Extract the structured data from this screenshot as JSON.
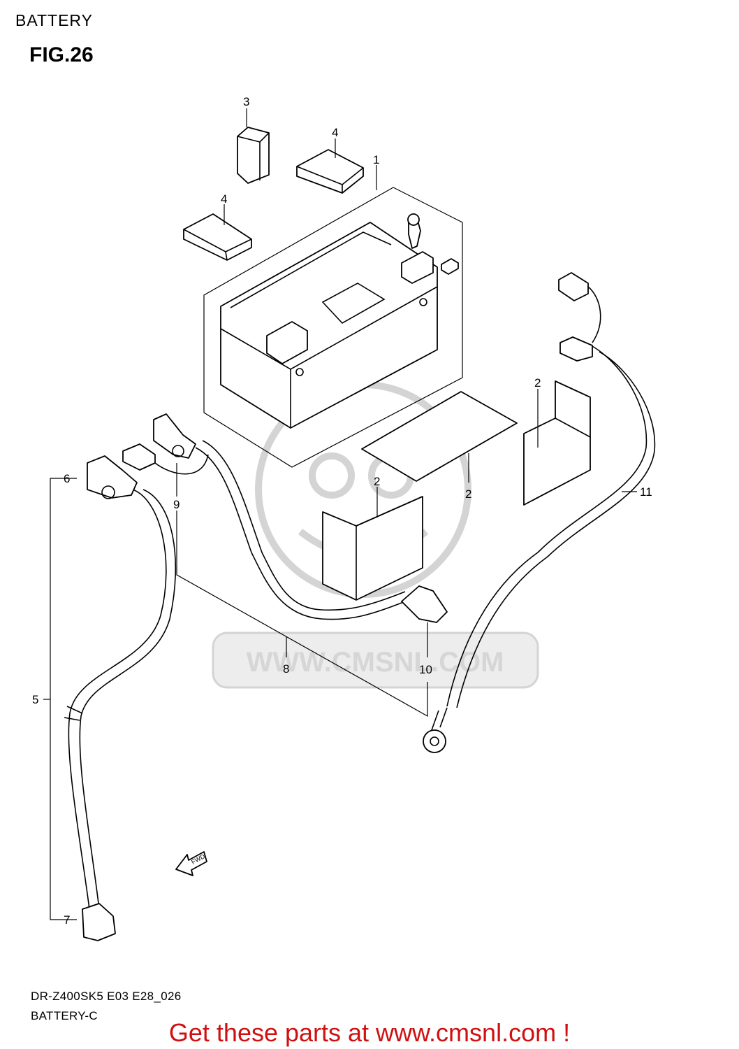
{
  "header": {
    "title": "BATTERY",
    "figure": "FIG.26"
  },
  "callouts": [
    {
      "id": "c1",
      "label": "1"
    },
    {
      "id": "c2a",
      "label": "2"
    },
    {
      "id": "c2b",
      "label": "2"
    },
    {
      "id": "c2c",
      "label": "2"
    },
    {
      "id": "c3",
      "label": "3"
    },
    {
      "id": "c4a",
      "label": "4"
    },
    {
      "id": "c4b",
      "label": "4"
    },
    {
      "id": "c5",
      "label": "5"
    },
    {
      "id": "c6",
      "label": "6"
    },
    {
      "id": "c7",
      "label": "7"
    },
    {
      "id": "c8",
      "label": "8"
    },
    {
      "id": "c9",
      "label": "9"
    },
    {
      "id": "c10",
      "label": "10"
    },
    {
      "id": "c11",
      "label": "11"
    }
  ],
  "fwd_arrow": {
    "label": "FWD"
  },
  "watermark": {
    "text": "WWW.CMSNL.COM"
  },
  "footer": {
    "model_code": "DR-Z400SK5 E03 E28_026",
    "diagram_code": "BATTERY-C",
    "cta": "Get these parts at www.cmsnl.com !"
  },
  "colors": {
    "line": "#000000",
    "cta": "#d01010",
    "watermark": "#d4d4d4"
  }
}
